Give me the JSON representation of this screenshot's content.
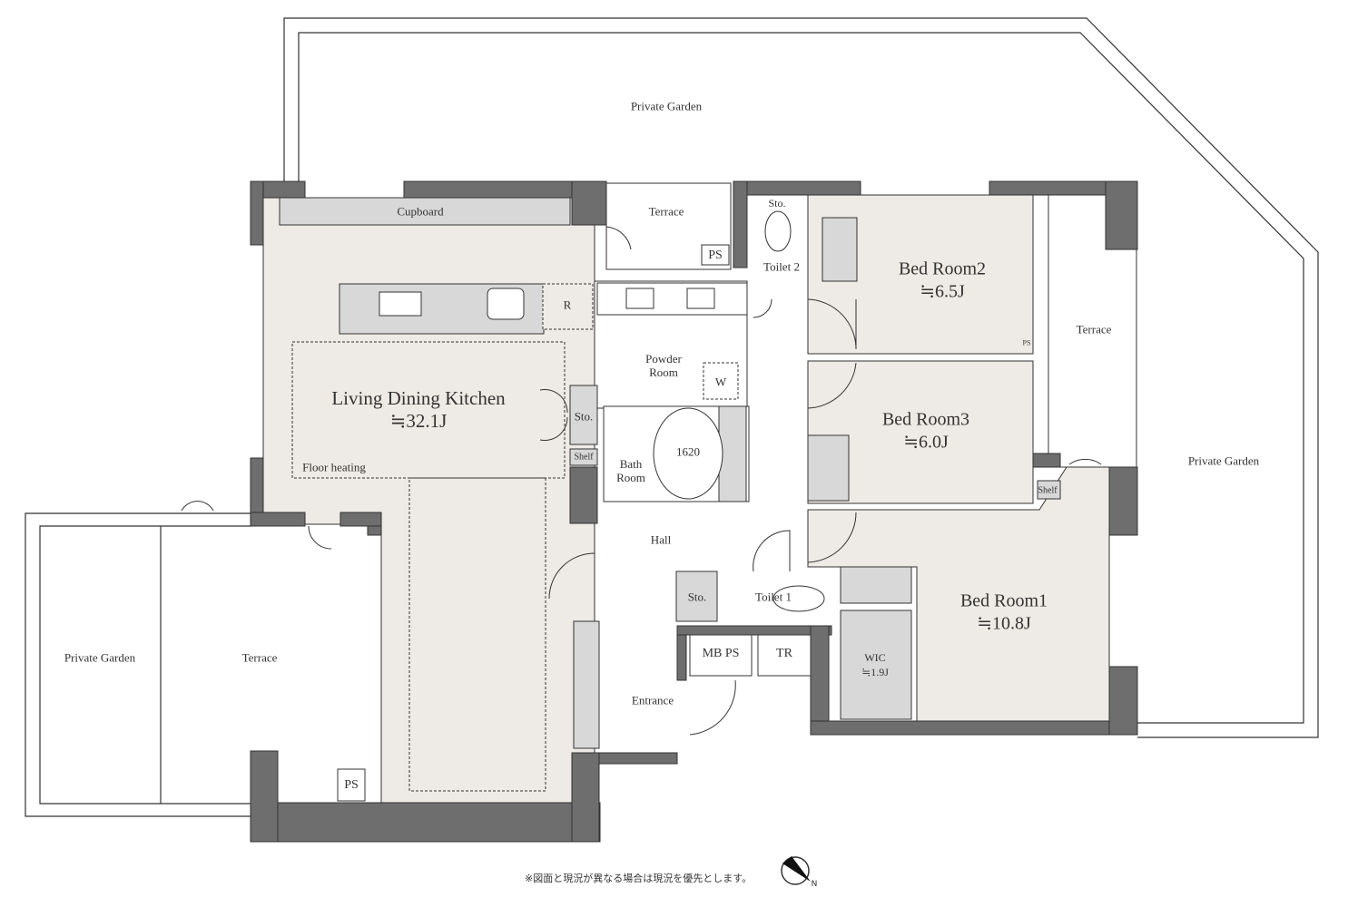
{
  "rooms": {
    "private_garden_top": "Private Garden",
    "private_garden_right": "Private Garden",
    "private_garden_left": "Private Garden",
    "terrace_top": "Terrace",
    "terrace_right": "Terrace",
    "terrace_left": "Terrace",
    "cupboard": "Cupboard",
    "ldk": {
      "name": "Living Dining Kitchen",
      "area": "≒32.1J"
    },
    "floor_heating": "Floor heating",
    "refrigerator": "R",
    "sto_ldk": "Sto.",
    "shelf_ldk": "Shelf",
    "powder_room": "Powder\nRoom",
    "washer": "W",
    "bath_room": "Bath\nRoom",
    "bath_size": "1620",
    "hall": "Hall",
    "entrance": "Entrance",
    "sto_hall": "Sto.",
    "toilet1": "Toilet 1",
    "mbps": "MB PS",
    "tr": "TR",
    "sto_toilet2": "Sto.",
    "toilet2": "Toilet 2",
    "ps_terrace": "PS",
    "ps_left": "PS",
    "ps_bed2": "PS",
    "bed2": {
      "name": "Bed Room2",
      "area": "≒6.5J"
    },
    "bed3": {
      "name": "Bed Room3",
      "area": "≒6.0J"
    },
    "bed1": {
      "name": "Bed Room1",
      "area": "≒10.8J"
    },
    "shelf_bed": "Shelf",
    "wic": {
      "name": "WIC",
      "area": "≒1.9J"
    }
  },
  "note": "※図面と現況が異なる場合は現況を優先とします。",
  "compass": {
    "icon": "north-arrow-icon",
    "label": "N"
  },
  "colors": {
    "wall": "#6e6e6e",
    "floor": "#eeeae5",
    "fixture": "#d8d8d8",
    "line": "#333333"
  }
}
